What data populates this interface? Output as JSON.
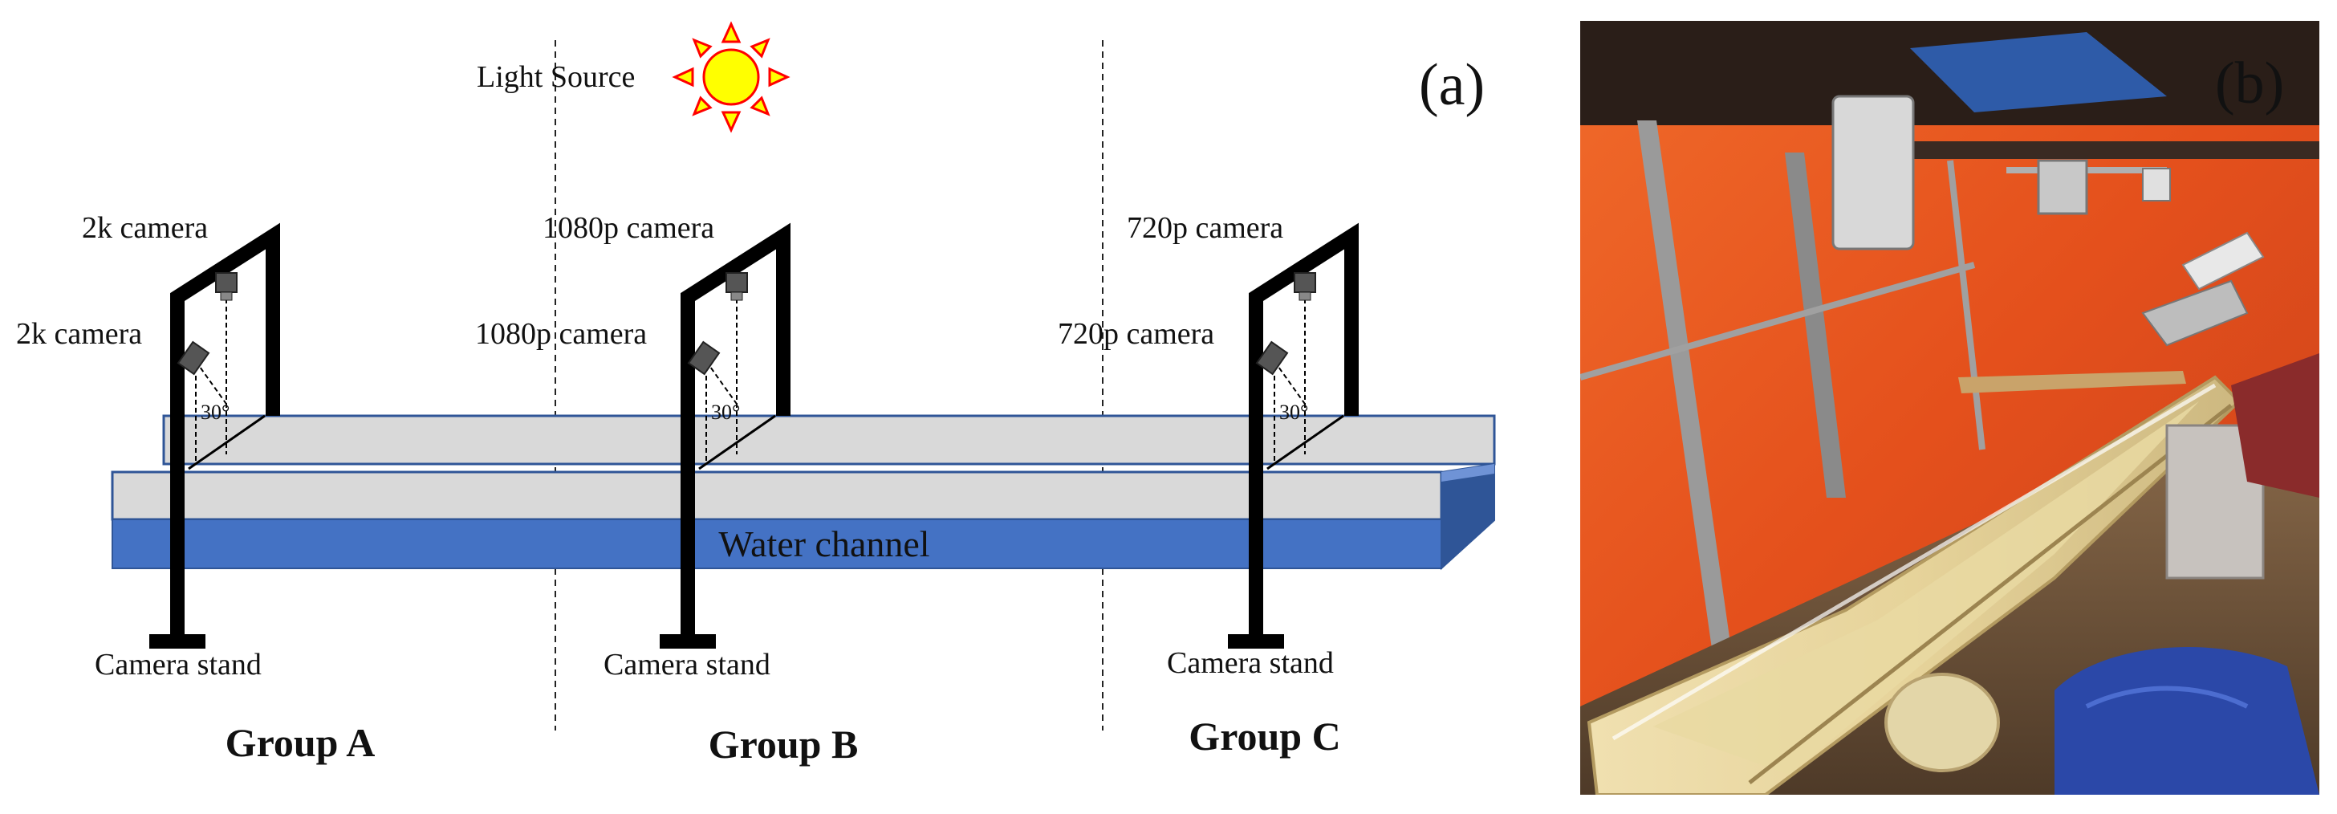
{
  "panel_a": {
    "label": "(a)",
    "light_source": "Light Source",
    "water_channel": "Water channel",
    "angle_label": "30°",
    "groups": [
      {
        "name": "Group A",
        "top_camera": "2k camera",
        "side_camera": "2k camera",
        "stand": "Camera stand"
      },
      {
        "name": "Group B",
        "top_camera": "1080p camera",
        "side_camera": "1080p camera",
        "stand": "Camera stand"
      },
      {
        "name": "Group C",
        "top_camera": "720p camera",
        "side_camera": "720p camera",
        "stand": "Camera stand"
      }
    ]
  },
  "panel_b": {
    "label": "(b)"
  },
  "colors": {
    "channel_blue": "#4472C4",
    "channel_blue_dark": "#2F5597",
    "channel_grey": "#D9D9D9",
    "sun_fill": "#FFFF00",
    "sun_stroke": "#FF0000",
    "photo_orange": "#E8531E"
  }
}
